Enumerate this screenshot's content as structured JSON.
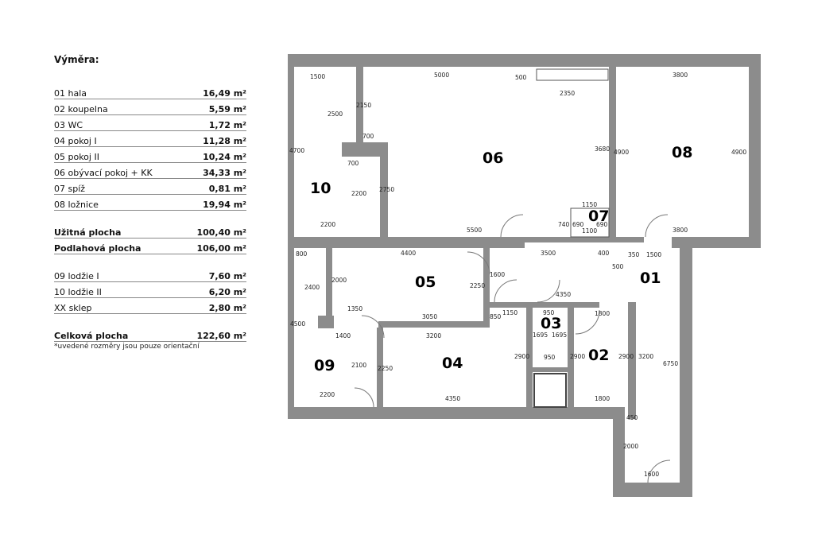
{
  "legend": {
    "title": "Výměra:",
    "rooms": [
      {
        "name": "01 hala",
        "area": "16,49 m²"
      },
      {
        "name": "02 koupelna",
        "area": "5,59 m²"
      },
      {
        "name": "03 WC",
        "area": "1,72 m²"
      },
      {
        "name": "04 pokoj I",
        "area": "11,28 m²"
      },
      {
        "name": "05 pokoj II",
        "area": "10,24 m²"
      },
      {
        "name": "06 obývací pokoj + KK",
        "area": "34,33 m²"
      },
      {
        "name": "07 spíž",
        "area": "0,81 m²"
      },
      {
        "name": "08 ložnice",
        "area": "19,94 m²"
      }
    ],
    "usable": {
      "name": "Užitná plocha",
      "area": "100,40 m²"
    },
    "floor": {
      "name": "Podlahová plocha",
      "area": "106,00 m²"
    },
    "extras": [
      {
        "name": "09 lodžie I",
        "area": "7,60 m²"
      },
      {
        "name": "10 lodžie II",
        "area": "6,20 m²"
      },
      {
        "name": "XX sklep",
        "area": "2,80 m²"
      }
    ],
    "total": {
      "name": "Celková plocha",
      "area": "122,60 m²"
    },
    "note": "*uvedené rozměry jsou pouze orientační"
  },
  "plan": {
    "rooms": {
      "r01": "01",
      "r02": "02",
      "r03": "03",
      "r04": "04",
      "r05": "05",
      "r06": "06",
      "r07": "07",
      "r08": "08",
      "r09": "09",
      "r10": "10"
    },
    "dims": {
      "d1500": "1500",
      "d5000": "5000",
      "d500a": "500",
      "d3800a": "3800",
      "d2500": "2500",
      "d2150": "2150",
      "d2350": "2350",
      "d700a": "700",
      "d4700": "4700",
      "d700b": "700",
      "d3680": "3680",
      "d4900a": "4900",
      "d4900b": "4900",
      "d2750": "2750",
      "d2200a": "2200",
      "d1150a": "1150",
      "d740": "740",
      "d690a": "690",
      "d690b": "690",
      "d2200b": "2200",
      "d5500": "5500",
      "d1100": "1100",
      "d3800b": "3800",
      "d800": "800",
      "d4400": "4400",
      "d3500": "3500",
      "d400": "400",
      "d350": "350",
      "d1500b": "1500",
      "d500b": "500",
      "d1600a": "1600",
      "d2000a": "2000",
      "d2400": "2400",
      "d2250a": "2250",
      "d4350a": "4350",
      "d1350": "1350",
      "d950a": "950",
      "d3050": "3050",
      "d850": "850",
      "d1150b": "1150",
      "d1800a": "1800",
      "d4500": "4500",
      "d1400": "1400",
      "d3200a": "3200",
      "d1695a": "1695",
      "d1695b": "1695",
      "d2900a": "2900",
      "d2900b": "2900",
      "d2900c": "2900",
      "d3200b": "3200",
      "d950b": "950",
      "d2100": "2100",
      "d2250b": "2250",
      "d6750": "6750",
      "d2200c": "2200",
      "d4350b": "4350",
      "d1800b": "1800",
      "d450": "450",
      "d2000b": "2000",
      "d1600b": "1600"
    }
  }
}
